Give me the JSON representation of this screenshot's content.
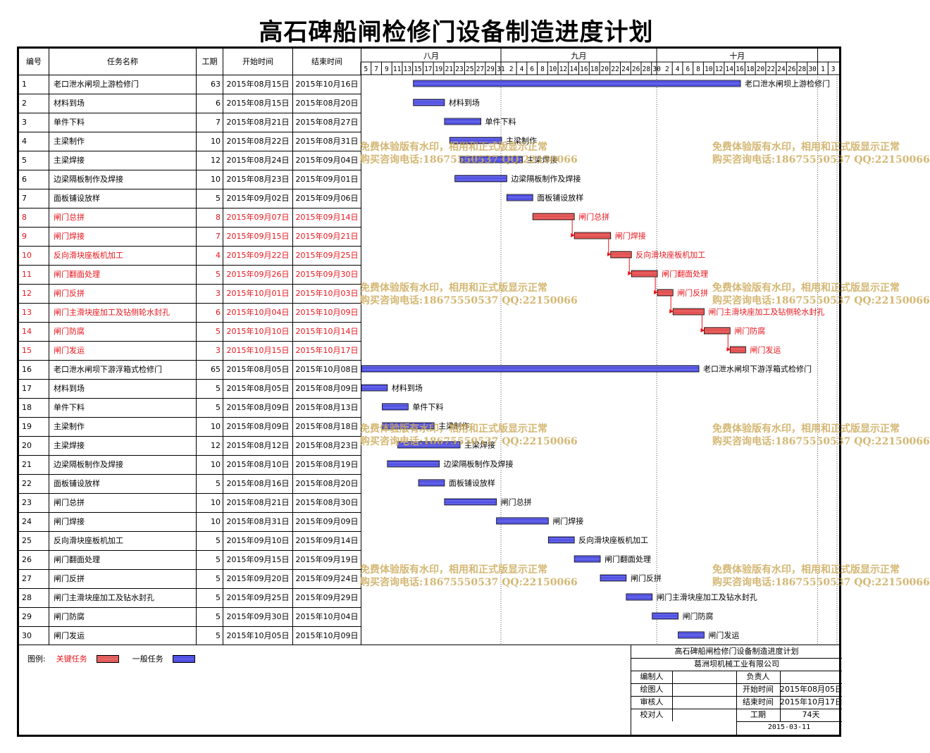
{
  "title": "高石碑船闸检修门设备制造进度计划",
  "table": {
    "headers": {
      "id": "编号",
      "name": "任务名称",
      "duration": "工期",
      "start": "开始时间",
      "end": "结束时间"
    }
  },
  "timeline": {
    "months": [
      {
        "label": "八月",
        "days": [
          "5",
          "7",
          "9",
          "11",
          "13",
          "15",
          "17",
          "19",
          "21",
          "23",
          "25",
          "27",
          "29",
          "31"
        ]
      },
      {
        "label": "九月",
        "days": [
          "2",
          "4",
          "6",
          "8",
          "10",
          "12",
          "14",
          "16",
          "18",
          "20",
          "22",
          "24",
          "26",
          "28",
          "30"
        ]
      },
      {
        "label": "十月",
        "days": [
          "2",
          "4",
          "6",
          "8",
          "10",
          "12",
          "14",
          "16",
          "18",
          "20",
          "22",
          "24",
          "26",
          "28",
          "30"
        ]
      },
      {
        "label": "",
        "days": [
          "1",
          "3"
        ]
      }
    ]
  },
  "chart_data": {
    "type": "gantt",
    "title": "高石碑船闸检修门设备制造进度计划",
    "x_range": [
      "2015-08-05",
      "2015-11-03"
    ],
    "grid": "month separators dotted",
    "colors": {
      "critical": "#e8141b",
      "normal": "#2a2ad8"
    },
    "tasks": [
      {
        "id": "1",
        "name": "老口泄水闸坝上游检修门",
        "duration": 63,
        "start": "2015年08月15日",
        "end": "2015年10月16日",
        "critical": false
      },
      {
        "id": "2",
        "name": "材料到场",
        "duration": 6,
        "start": "2015年08月15日",
        "end": "2015年08月20日",
        "critical": false
      },
      {
        "id": "3",
        "name": "单件下料",
        "duration": 7,
        "start": "2015年08月21日",
        "end": "2015年08月27日",
        "critical": false
      },
      {
        "id": "4",
        "name": "主梁制作",
        "duration": 10,
        "start": "2015年08月22日",
        "end": "2015年08月31日",
        "critical": false
      },
      {
        "id": "5",
        "name": "主梁焊接",
        "duration": 12,
        "start": "2015年08月24日",
        "end": "2015年09月04日",
        "critical": false
      },
      {
        "id": "6",
        "name": "边梁隔板制作及焊接",
        "duration": 10,
        "start": "2015年08月23日",
        "end": "2015年09月01日",
        "critical": false
      },
      {
        "id": "7",
        "name": "面板铺设放样",
        "duration": 5,
        "start": "2015年09月02日",
        "end": "2015年09月06日",
        "critical": false
      },
      {
        "id": "8",
        "name": "闸门总拼",
        "duration": 8,
        "start": "2015年09月07日",
        "end": "2015年09月14日",
        "critical": true
      },
      {
        "id": "9",
        "name": "闸门焊接",
        "duration": 7,
        "start": "2015年09月15日",
        "end": "2015年09月21日",
        "critical": true
      },
      {
        "id": "10",
        "name": "反向滑块座板机加工",
        "duration": 4,
        "start": "2015年09月22日",
        "end": "2015年09月25日",
        "critical": true
      },
      {
        "id": "11",
        "name": "闸门翻面处理",
        "duration": 5,
        "start": "2015年09月26日",
        "end": "2015年09月30日",
        "critical": true
      },
      {
        "id": "12",
        "name": "闸门反拼",
        "duration": 3,
        "start": "2015年10月01日",
        "end": "2015年10月03日",
        "critical": true
      },
      {
        "id": "13",
        "name": "闸门主滑块座加工及钻侧轮水封孔",
        "duration": 6,
        "start": "2015年10月04日",
        "end": "2015年10月09日",
        "critical": true
      },
      {
        "id": "14",
        "name": "闸门防腐",
        "duration": 5,
        "start": "2015年10月10日",
        "end": "2015年10月14日",
        "critical": true
      },
      {
        "id": "15",
        "name": "闸门发运",
        "duration": 3,
        "start": "2015年10月15日",
        "end": "2015年10月17日",
        "critical": true
      },
      {
        "id": "16",
        "name": "老口泄水闸坝下游浮箱式检修门",
        "duration": 65,
        "start": "2015年08月05日",
        "end": "2015年10月08日",
        "critical": false
      },
      {
        "id": "17",
        "name": "材料到场",
        "duration": 5,
        "start": "2015年08月05日",
        "end": "2015年08月09日",
        "critical": false
      },
      {
        "id": "18",
        "name": "单件下料",
        "duration": 5,
        "start": "2015年08月09日",
        "end": "2015年08月13日",
        "critical": false
      },
      {
        "id": "19",
        "name": "主梁制作",
        "duration": 10,
        "start": "2015年08月09日",
        "end": "2015年08月18日",
        "critical": false
      },
      {
        "id": "20",
        "name": "主梁焊接",
        "duration": 12,
        "start": "2015年08月12日",
        "end": "2015年08月23日",
        "critical": false
      },
      {
        "id": "21",
        "name": "边梁隔板制作及焊接",
        "duration": 10,
        "start": "2015年08月10日",
        "end": "2015年08月19日",
        "critical": false
      },
      {
        "id": "22",
        "name": "面板铺设放样",
        "duration": 5,
        "start": "2015年08月16日",
        "end": "2015年08月20日",
        "critical": false
      },
      {
        "id": "23",
        "name": "闸门总拼",
        "duration": 10,
        "start": "2015年08月21日",
        "end": "2015年08月30日",
        "critical": false
      },
      {
        "id": "24",
        "name": "闸门焊接",
        "duration": 10,
        "start": "2015年08月31日",
        "end": "2015年09月09日",
        "critical": false
      },
      {
        "id": "25",
        "name": "反向滑块座板机加工",
        "duration": 5,
        "start": "2015年09月10日",
        "end": "2015年09月14日",
        "critical": false
      },
      {
        "id": "26",
        "name": "闸门翻面处理",
        "duration": 5,
        "start": "2015年09月15日",
        "end": "2015年09月19日",
        "critical": false
      },
      {
        "id": "27",
        "name": "闸门反拼",
        "duration": 5,
        "start": "2015年09月20日",
        "end": "2015年09月24日",
        "critical": false
      },
      {
        "id": "28",
        "name": "闸门主滑块座加工及钻水封孔",
        "duration": 5,
        "start": "2015年09月25日",
        "end": "2015年09月29日",
        "critical": false
      },
      {
        "id": "29",
        "name": "闸门防腐",
        "duration": 5,
        "start": "2015年09月30日",
        "end": "2015年10月04日",
        "critical": false
      },
      {
        "id": "30",
        "name": "闸门发运",
        "duration": 5,
        "start": "2015年10月05日",
        "end": "2015年10月09日",
        "critical": false
      }
    ]
  },
  "legend": {
    "label": "图例:",
    "critical": "关键任务",
    "normal": "一般任务"
  },
  "title_block": {
    "plan_title": "高石碑船闸检修门设备制造进度计划",
    "company": "葛洲坝机械工业有限公司",
    "compiler_label": "编制人",
    "responsible_label": "负责人",
    "drafter_label": "绘图人",
    "start_label": "开始时间",
    "start_value": "2015年08月05日",
    "reviewer_label": "审核人",
    "end_label": "结束时间",
    "end_value": "2015年10月17日",
    "proofreader_label": "校对人",
    "duration_label": "工期",
    "duration_value": "74天",
    "date": "2015-03-11"
  },
  "watermark": {
    "line1": "免费体验版有水印，相用和正式版显示正常",
    "line2": "购买咨询电话:18675550537 QQ:22150066"
  }
}
